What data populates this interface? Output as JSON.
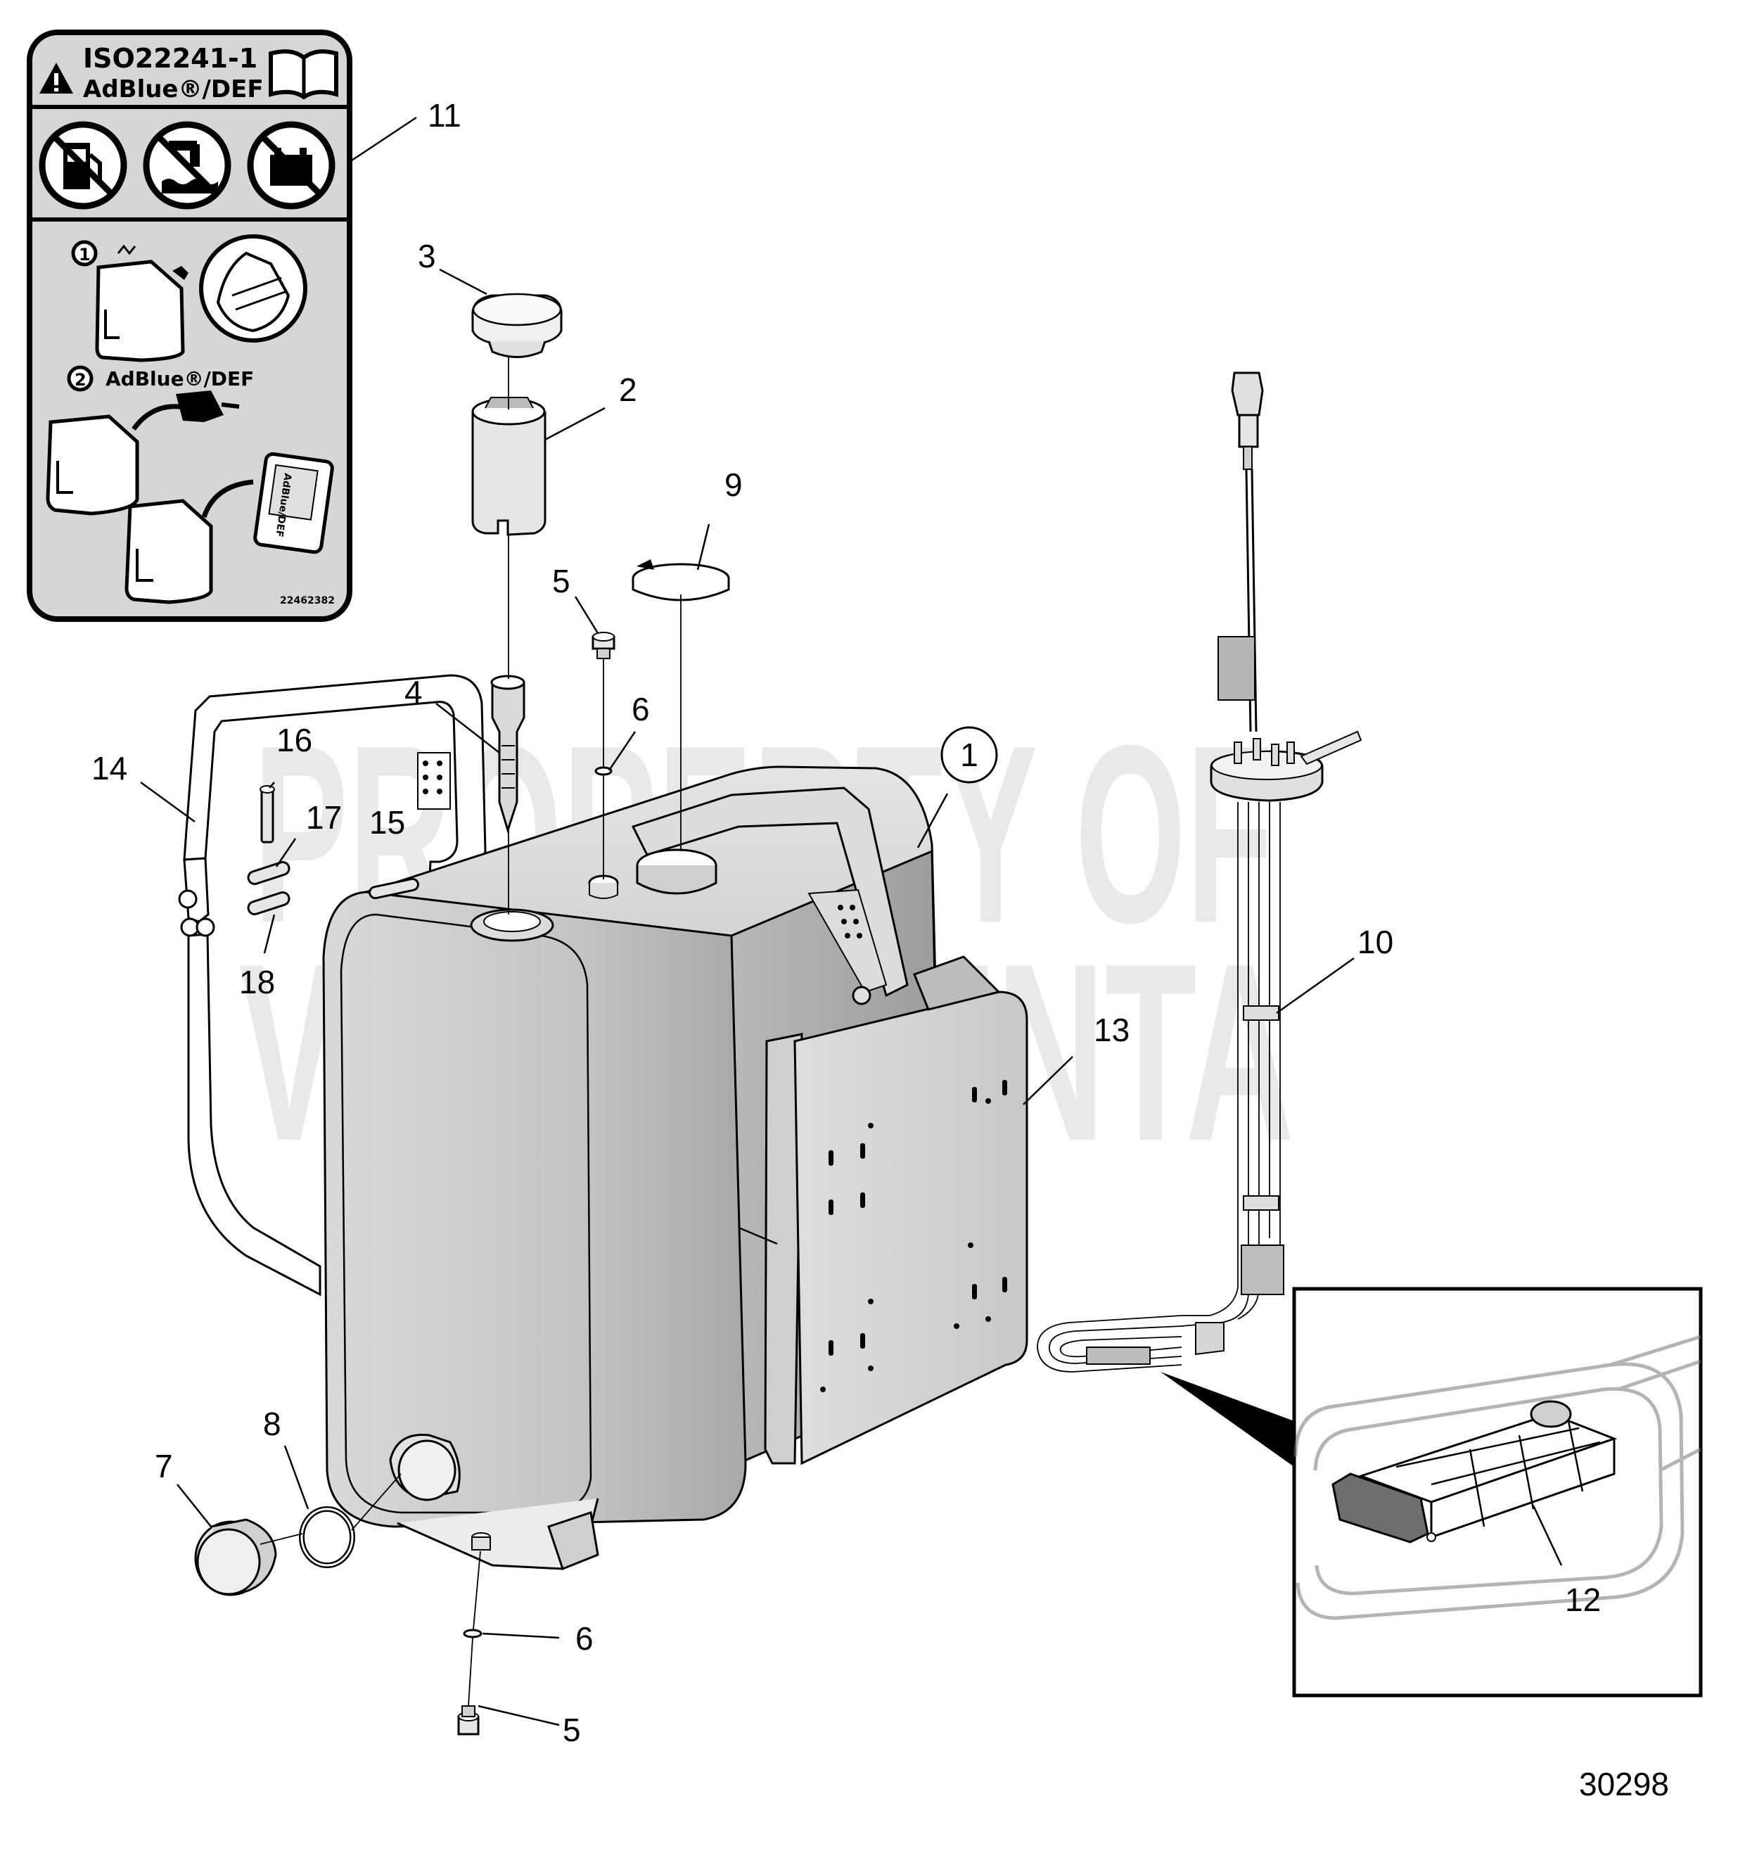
{
  "figure_number": "30298",
  "watermark": {
    "line1": "PROPERTY OF",
    "line2": "VOLVO PENTA"
  },
  "label_panel": {
    "standard": "ISO22241-1",
    "fluid": "AdBlue®/DEF",
    "step1_number": "1",
    "step2_number": "2",
    "step2_text": "AdBlue®/DEF",
    "jug_text": "AdBlue/DEF",
    "part_code": "22462382"
  },
  "callouts": [
    {
      "id": "1",
      "circled": true
    },
    {
      "id": "2"
    },
    {
      "id": "3"
    },
    {
      "id": "4"
    },
    {
      "id": "5"
    },
    {
      "id": "6"
    },
    {
      "id": "7"
    },
    {
      "id": "8"
    },
    {
      "id": "9"
    },
    {
      "id": "10"
    },
    {
      "id": "11"
    },
    {
      "id": "12"
    },
    {
      "id": "13"
    },
    {
      "id": "14"
    },
    {
      "id": "15"
    },
    {
      "id": "16"
    },
    {
      "id": "17"
    },
    {
      "id": "18"
    },
    {
      "id": "6b",
      "text": "6"
    },
    {
      "id": "5b",
      "text": "5"
    }
  ],
  "colors": {
    "tank_fill": "#c9c9c9",
    "tank_shade": "#a9a9a9",
    "panel_fill": "#d6d6d6",
    "watermark": "#e9e9e9",
    "outline": "#000000"
  }
}
